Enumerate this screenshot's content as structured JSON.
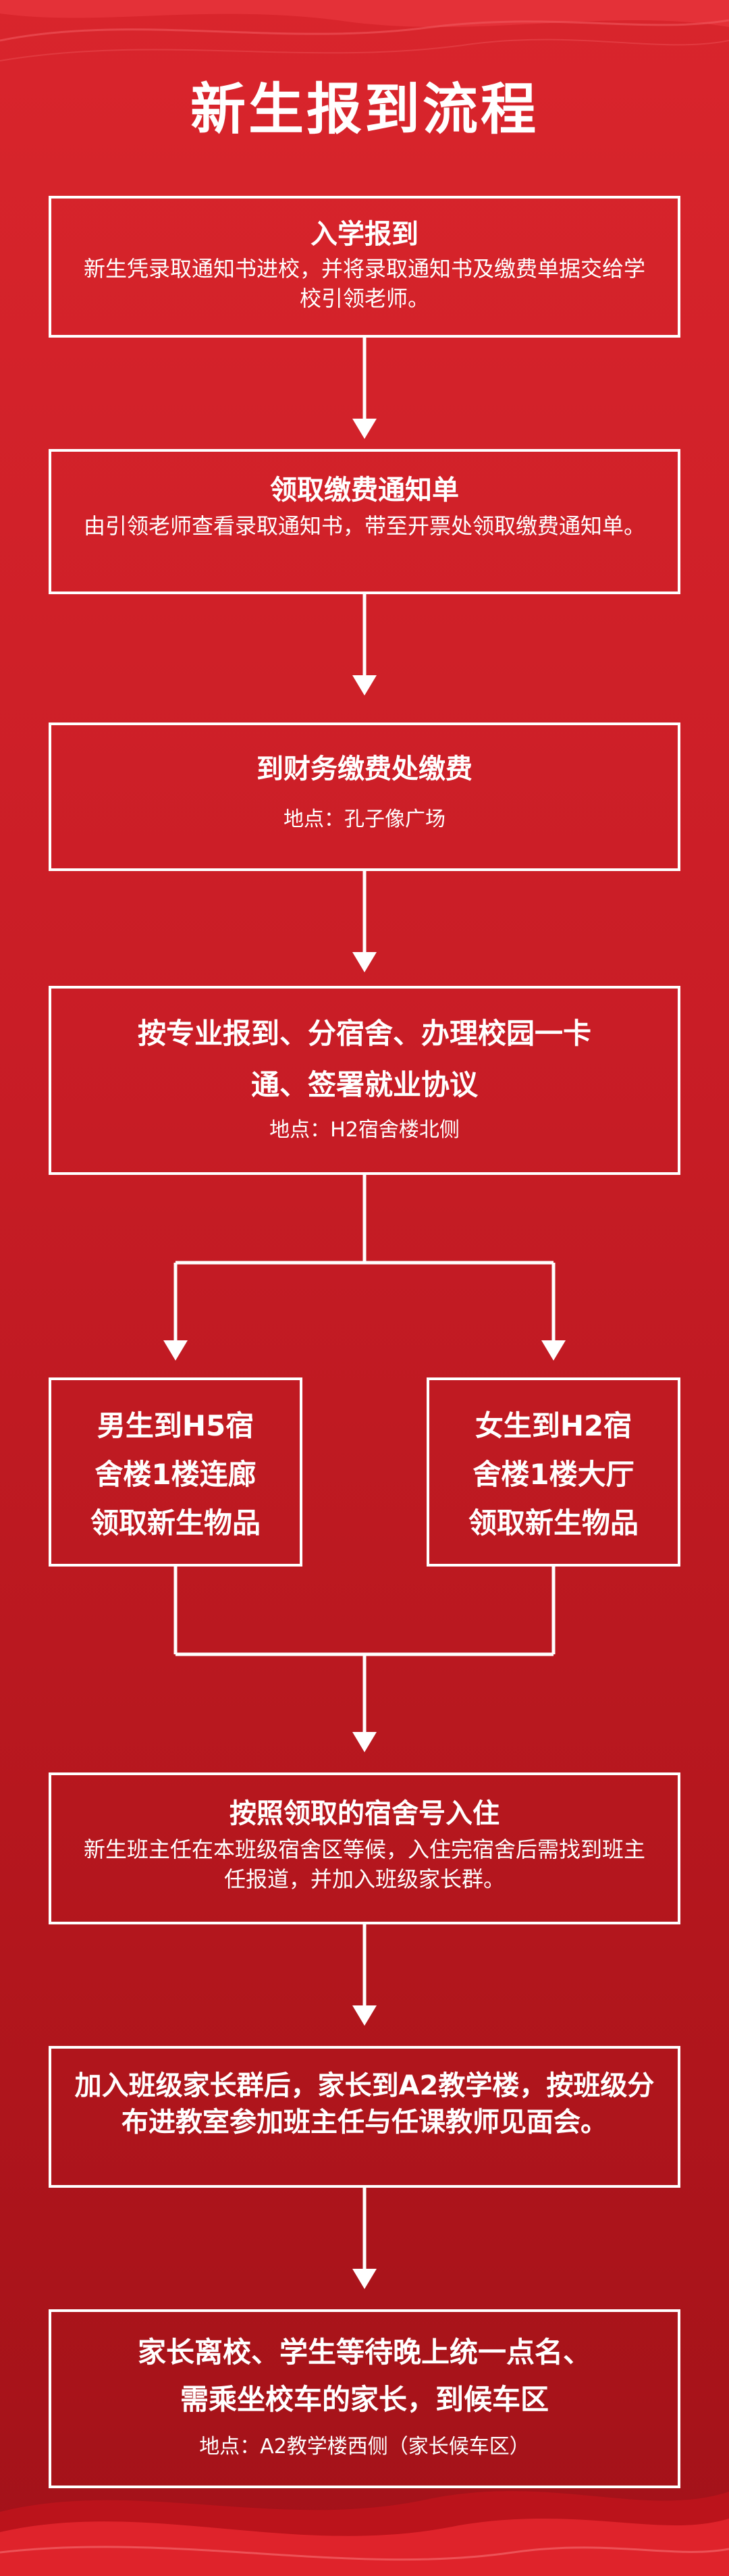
{
  "title": "新生报到流程",
  "steps": [
    {
      "heading": "入学报到",
      "body": "新生凭录取通知书进校，并将录取通知书及缴费单据交给学校引领老师。"
    },
    {
      "heading": "领取缴费通知单",
      "body": "由引领老师查看录取通知书，带至开票处领取缴费通知单。"
    },
    {
      "heading": "到财务缴费处缴费",
      "location": "地点：孔子像广场"
    },
    {
      "heading_line1": "按专业报到、分宿舍、办理校园一卡",
      "heading_line2": "通、签署就业协议",
      "location": "地点：H2宿舍楼北侧"
    },
    {
      "line1": "男生到H5宿",
      "line2": "舍楼1楼连廊",
      "line3": "领取新生物品"
    },
    {
      "line1": "女生到H2宿",
      "line2": "舍楼1楼大厅",
      "line3": "领取新生物品"
    },
    {
      "heading": "按照领取的宿舍号入住",
      "body": "新生班主任在本班级宿舍区等候，入住完宿舍后需找到班主任报道，并加入班级家长群。"
    },
    {
      "heading": "加入班级家长群后，家长到A2教学楼，按班级分布进教室参加班主任与任课教师见面会。"
    },
    {
      "heading_line1": "家长离校、学生等待晚上统一点名、",
      "heading_line2": "需乘坐校车的家长，到候车区",
      "location": "地点：A2教学楼西侧（家长候车区）"
    }
  ]
}
